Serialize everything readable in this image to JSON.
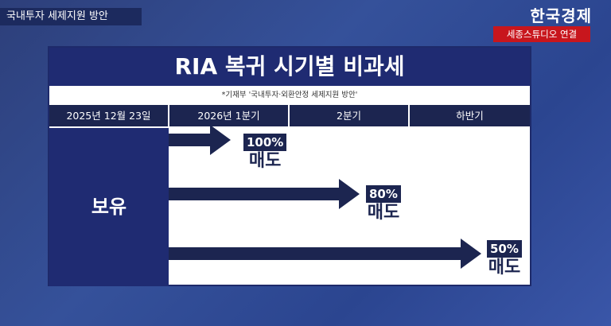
{
  "topic": "국내투자 세제지원 방안",
  "brand": "한국경제",
  "studio": "세종스튜디오 연결",
  "panel": {
    "title": "RIA 복귀 시기별 비과세",
    "note": "*기재부 '국내투자·외환안정 세제지원 방안'",
    "headers": [
      "2025년 12월 23일",
      "2026년 1분기",
      "2분기",
      "하반기"
    ],
    "hold_label": "보유",
    "tiers": [
      {
        "pct": "100%",
        "action": "매도"
      },
      {
        "pct": "80%",
        "action": "매도"
      },
      {
        "pct": "50%",
        "action": "매도"
      }
    ]
  },
  "colors": {
    "navy": "#1c2550",
    "title_bg": "#1f2b72",
    "accent_red": "#c8161d"
  }
}
